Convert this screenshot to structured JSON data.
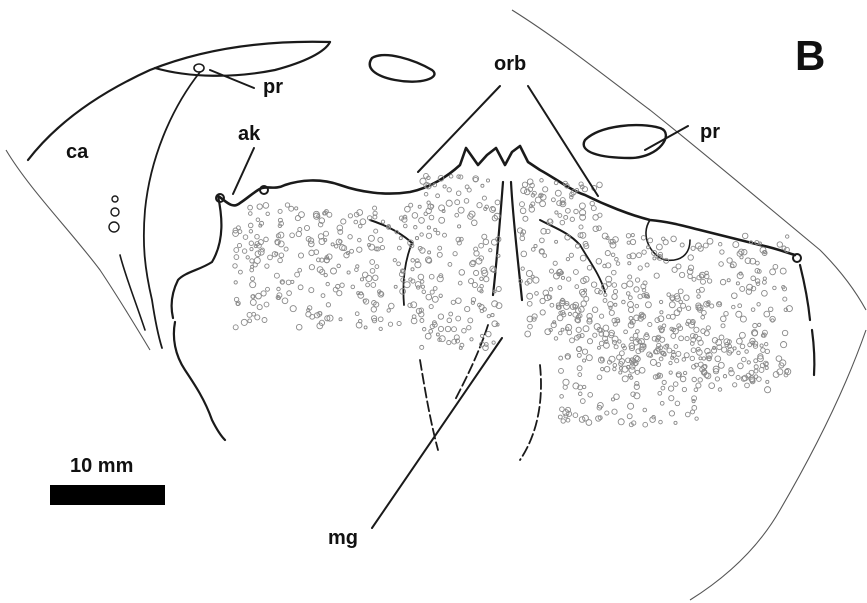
{
  "panel_letter": "B",
  "labels": {
    "pr_left": "pr",
    "pr_right": "pr",
    "orb": "orb",
    "ak": "ak",
    "ca": "ca",
    "mg": "mg"
  },
  "scale_bar": {
    "label": "10 mm"
  }
}
